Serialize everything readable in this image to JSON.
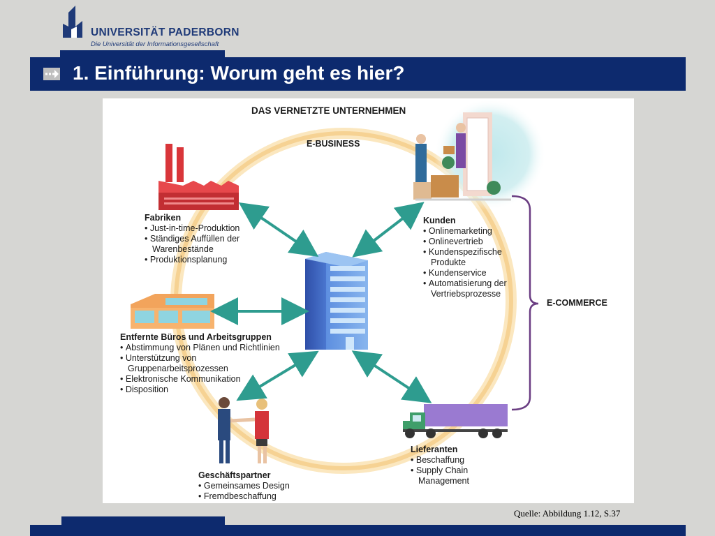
{
  "header": {
    "university_name": "UNIVERSITÄT PADERBORN",
    "tagline": "Die Universität der Informationsgesellschaft",
    "slide_title": "1. Einführung: Worum geht es hier?"
  },
  "diagram": {
    "title": "DAS VERNETZTE UNTERNEHMEN",
    "ring_label": "E-BUSINESS",
    "bracket_label": "E-COMMERCE",
    "fabriken": {
      "heading": "Fabriken",
      "items": [
        {
          "text": "Just-in-time-Produktion",
          "bullet": true
        },
        {
          "text": "Ständiges Auffüllen der",
          "bullet": true
        },
        {
          "text": "Warenbestände",
          "bullet": false
        },
        {
          "text": "Produktionsplanung",
          "bullet": true
        }
      ]
    },
    "kunden": {
      "heading": "Kunden",
      "items": [
        {
          "text": "Onlinemarketing",
          "bullet": true
        },
        {
          "text": "Onlinevertrieb",
          "bullet": true
        },
        {
          "text": "Kundenspezifische",
          "bullet": true
        },
        {
          "text": "Produkte",
          "bullet": false
        },
        {
          "text": "Kundenservice",
          "bullet": true
        },
        {
          "text": "Automatisierung der",
          "bullet": true
        },
        {
          "text": "Vertriebsprozesse",
          "bullet": false
        }
      ]
    },
    "bueros": {
      "heading": "Entfernte Büros und Arbeitsgruppen",
      "items": [
        {
          "text": "Abstimmung von Plänen und Richtlinien",
          "bullet": true
        },
        {
          "text": "Unterstützung von",
          "bullet": true
        },
        {
          "text": "Gruppenarbeitsprozessen",
          "bullet": false
        },
        {
          "text": "Elektronische Kommunikation",
          "bullet": true
        },
        {
          "text": "Disposition",
          "bullet": true
        }
      ]
    },
    "partner": {
      "heading": "Geschäftspartner",
      "items": [
        {
          "text": "Gemeinsames Design",
          "bullet": true
        },
        {
          "text": "Fremdbeschaffung",
          "bullet": true
        }
      ]
    },
    "lieferanten": {
      "heading": "Lieferanten",
      "items": [
        {
          "text": "Beschaffung",
          "bullet": true
        },
        {
          "text": "Supply Chain",
          "bullet": true
        },
        {
          "text": "Management",
          "bullet": false
        }
      ]
    }
  },
  "footer": {
    "source": "Quelle: Abbildung 1.12, S.37"
  },
  "colors": {
    "navy": "#0d2a6e",
    "frame_gray": "#d6d6d3",
    "arrow_teal": "#2e9c8f",
    "ring_orange": "#f7d79a",
    "bracket_purple": "#6a3d82"
  }
}
